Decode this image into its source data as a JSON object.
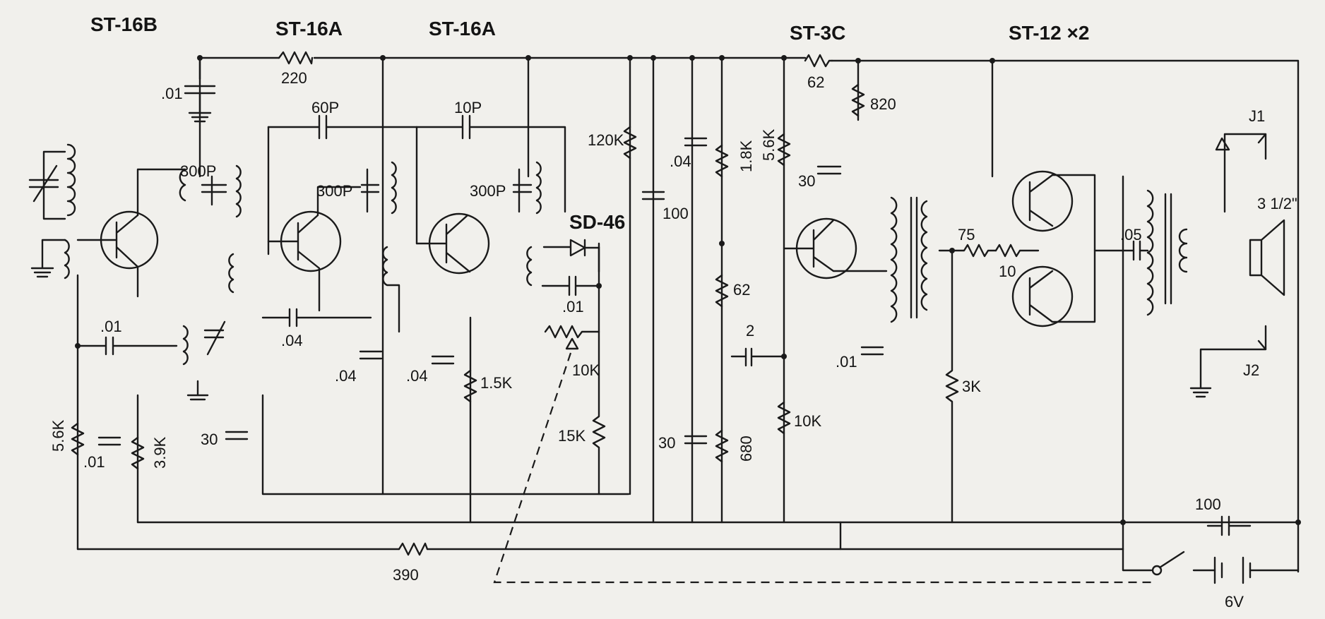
{
  "headers": {
    "t1": "ST-16B",
    "t2": "ST-16A",
    "t3": "ST-16A",
    "t4": "ST-3C",
    "t5": "ST-12 ×2"
  },
  "diode": "SD-46",
  "components": {
    "c_01_top": ".01",
    "r_220": "220",
    "c_60p": "60P",
    "c_10p": "10P",
    "c_300p_1": "300P",
    "c_300p_2": "300P",
    "c_300p_3": "300P",
    "r_120k": "120K",
    "c_100_mid": "100",
    "c_04_mid": ".04",
    "r_1_8k": "1.8K",
    "r_5_6k_mid": "5.6K",
    "r_62_top": "62",
    "r_820": "820",
    "c_30_top": "30",
    "c_01_left": ".01",
    "c_04_a": ".04",
    "c_04_b": ".04",
    "c_04_c": ".04",
    "c_01_det": ".01",
    "vr_10k": "10K",
    "r_1_5k": "1.5K",
    "r_62_mid": "62",
    "c_2": "2",
    "r_15k": "15K",
    "c_30_mid": "30",
    "r_680": "680",
    "r_10k": "10K",
    "r_5_6k_left": "5.6K",
    "c_01_bot": ".01",
    "r_3_9k": "3.9K",
    "c_30_left": "30",
    "r_390": "390",
    "r_75": "75",
    "r_10": "10",
    "c_05": ".05",
    "c_01_right": ".01",
    "r_3k": "3K",
    "c_100_bat": "100",
    "spk": "3 1/2\"",
    "j1": "J1",
    "j2": "J2",
    "batt": "6V"
  }
}
